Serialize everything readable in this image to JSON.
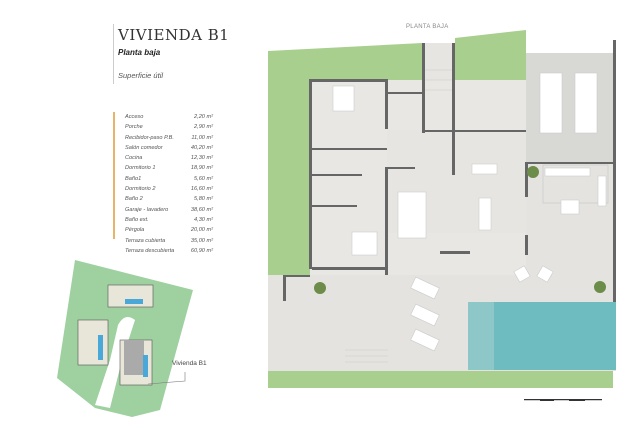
{
  "header": {
    "title": "VIVIENDA B1",
    "subtitle": "Planta baja",
    "surface_label": "Superficie útil"
  },
  "areas": [
    {
      "name": "Acceso",
      "value": "2,20 m²"
    },
    {
      "name": "Porche",
      "value": "2,90 m²"
    },
    {
      "name": "Recibidor-paso P.B.",
      "value": "11,00 m²"
    },
    {
      "name": "Salón comedor",
      "value": "40,20 m²"
    },
    {
      "name": "Cocina",
      "value": "12,30 m²"
    },
    {
      "name": "Dormitorio 1",
      "value": "18,90 m²"
    },
    {
      "name": "Baño1",
      "value": "5,60 m²"
    },
    {
      "name": "Dormitorio 2",
      "value": "16,60 m²"
    },
    {
      "name": "Baño 2",
      "value": "5,80 m²"
    },
    {
      "name": "Garaje - lavadero",
      "value": "38,60 m²"
    },
    {
      "name": "Baño ext.",
      "value": "4,30 m²"
    },
    {
      "name": "Pérgola",
      "value": "20,00 m²"
    },
    {
      "name": "Terraza cubierta",
      "value": "35,00 m²"
    },
    {
      "name": "Terraza descubierta",
      "value": "60,90 m²"
    }
  ],
  "plan": {
    "label": "PLANTA BAJA"
  },
  "site_map": {
    "label": "Vivienda B1"
  },
  "colors": {
    "accent": "#e8b46a",
    "garden": "#a9cf8f",
    "pool": "#6fbcc0",
    "wall": "#666666",
    "floor": "#e6e5e1"
  }
}
